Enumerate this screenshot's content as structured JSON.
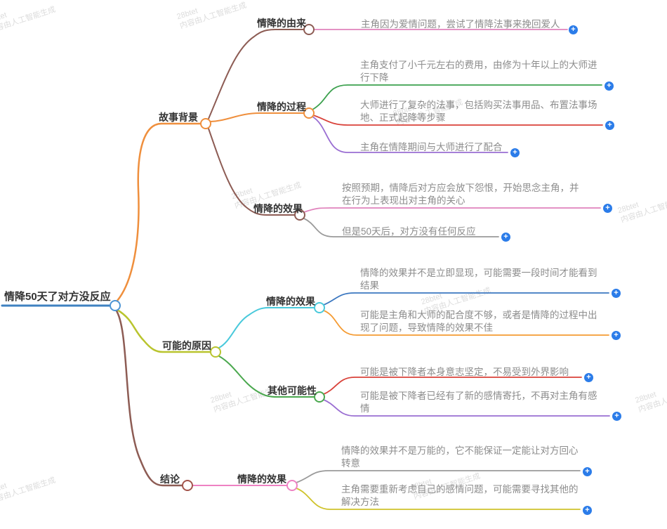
{
  "watermark": {
    "line1": "28btet",
    "line2": "内容由人工智能生成"
  },
  "root": {
    "label": "情降50天了对方没反应"
  },
  "nodes": {
    "story_background": {
      "label": "故事背景"
    },
    "origin": {
      "label": "情降的由来"
    },
    "process": {
      "label": "情降的过程"
    },
    "effect_story": {
      "label": "情降的效果"
    },
    "possible_reasons": {
      "label": "可能的原因"
    },
    "effect_reason": {
      "label": "情降的效果"
    },
    "other_possibility": {
      "label": "其他可能性"
    },
    "conclusion": {
      "label": "结论"
    },
    "effect_conclusion": {
      "label": "情降的效果"
    }
  },
  "leaves": {
    "origin_1": "主角因为爱情问题，尝试了情降法事来挽回爱人",
    "process_1": "主角支付了小千元左右的费用，由修为十年以上的大师进行下降",
    "process_2": "大师进行了复杂的法事，包括购买法事用品、布置法事场地、正式起降等步骤",
    "process_3": "主角在情降期间与大师进行了配合",
    "effect_story_1": "按照预期，情降后对方应会放下怨恨，开始思念主角，并在行为上表现出对主角的关心",
    "effect_story_2": "但是50天后，对方没有任何反应",
    "effect_reason_1": "情降的效果并不是立即显现，可能需要一段时间才能看到结果",
    "effect_reason_2": "可能是主角和大师的配合度不够，或者是情降的过程中出现了问题，导致情降的效果不佳",
    "other_1": "可能是被下降者本身意志坚定，不易受到外界影响",
    "other_2": "可能是被下降者已经有了新的感情寄托，不再对主角有感情",
    "conclusion_1": "情降的效果并不是万能的，它不能保证一定能让对方回心转意",
    "conclusion_2": "主角需要重新考虑自己的感情问题，可能需要寻找其他的解决方法"
  },
  "icons": {
    "plus": "+"
  },
  "colors": {
    "root_line": "#3f81c1",
    "root_circle": "#4c94d4",
    "orange": "#ef8f3d",
    "brown": "#8d5c54",
    "olive": "#b9c42e",
    "cyan": "#49c9db",
    "green_branch": "#4aa84e",
    "pink_branch": "#ee82c3",
    "conclusion_circle": "#a3544b",
    "leaf_pink": "#e083bc",
    "leaf_green": "#3da14f",
    "leaf_red": "#d9423a",
    "leaf_purple": "#9a6ed2",
    "leaf_gray": "#9a9a9a",
    "leaf_blue": "#3b77c0",
    "leaf_orange": "#f59b32",
    "leaf_yellow": "#cfc32c",
    "plus_bg": "#2b7ce9"
  }
}
